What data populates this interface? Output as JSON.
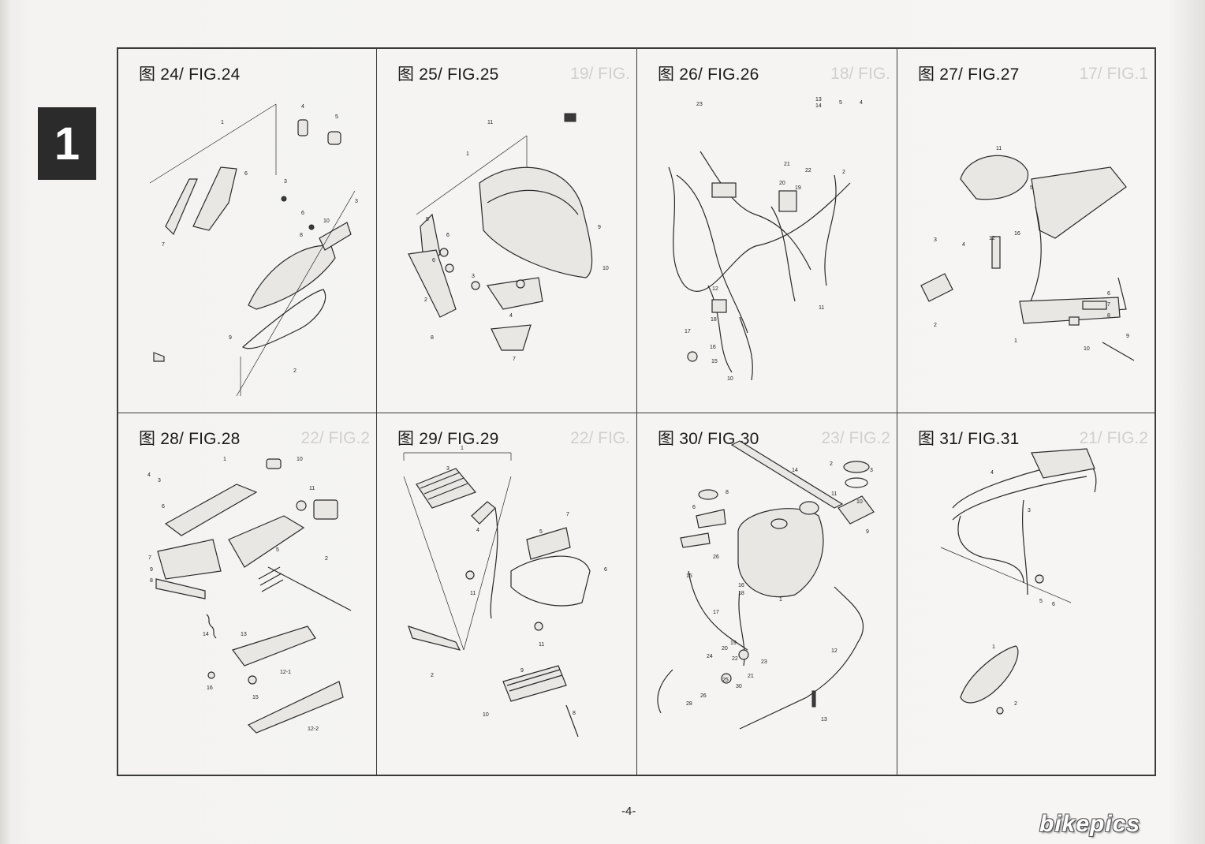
{
  "section": {
    "number": "1"
  },
  "page": {
    "number": "-4-"
  },
  "watermark": {
    "text": "bikepics"
  },
  "figures": [
    {
      "label_cn": "图",
      "label": "24/ FIG.24",
      "parts": [
        "1",
        "4",
        "5",
        "6",
        "3",
        "7",
        "6",
        "10",
        "8",
        "9",
        "2",
        "3"
      ]
    },
    {
      "label_cn": "图",
      "label": "25/ FIG.25",
      "parts": [
        "11",
        "1",
        "5",
        "6",
        "6",
        "3",
        "2",
        "8",
        "4",
        "7",
        "9",
        "10"
      ]
    },
    {
      "label_cn": "图",
      "label": "26/ FIG.26",
      "parts": [
        "23",
        "13",
        "14",
        "5",
        "4",
        "21",
        "22",
        "2",
        "20",
        "19",
        "12",
        "18",
        "17",
        "16",
        "15",
        "11",
        "10"
      ]
    },
    {
      "label_cn": "图",
      "label": "27/ FIG.27",
      "parts": [
        "11",
        "5",
        "4",
        "3",
        "12",
        "16",
        "2",
        "1",
        "6",
        "7",
        "8",
        "10",
        "9"
      ]
    },
    {
      "label_cn": "图",
      "label": "28/ FIG.28",
      "parts": [
        "1",
        "10",
        "4",
        "3",
        "6",
        "11",
        "5",
        "7",
        "9",
        "8",
        "2",
        "14",
        "13",
        "12-1",
        "16",
        "15",
        "12-2"
      ]
    },
    {
      "label_cn": "图",
      "label": "29/ FIG.29",
      "parts": [
        "1",
        "3",
        "4",
        "7",
        "5",
        "11",
        "6",
        "11",
        "2",
        "10",
        "9",
        "8"
      ]
    },
    {
      "label_cn": "图",
      "label": "30/ FIG.30",
      "parts": [
        "14",
        "2",
        "3",
        "8",
        "9",
        "11",
        "10",
        "6",
        "26",
        "15",
        "1",
        "18",
        "16",
        "17",
        "12",
        "20",
        "19",
        "22",
        "23",
        "21",
        "24",
        "25",
        "30",
        "28",
        "26",
        "13"
      ]
    },
    {
      "label_cn": "图",
      "label": "31/ FIG.31",
      "parts": [
        "4",
        "3",
        "5",
        "6",
        "1",
        "2"
      ]
    }
  ]
}
